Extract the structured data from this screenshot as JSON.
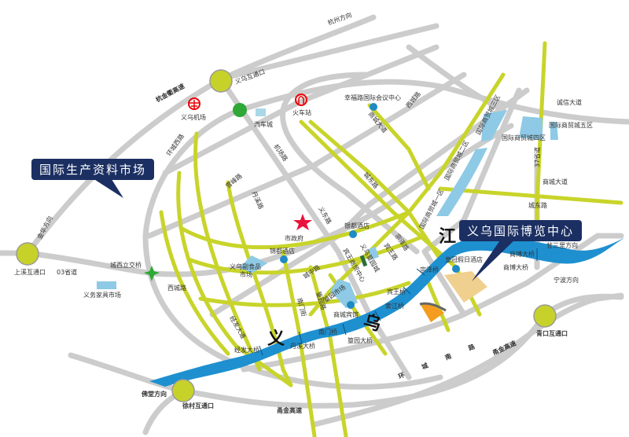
{
  "colors": {
    "road": "#cccccc",
    "main_road": "#c8d42a",
    "river": "#1e90d0",
    "district": "#8ecae6",
    "callout": "#1b2f62",
    "interchange": "#c6d22a",
    "expo_site": "#f0d08e"
  },
  "callouts": {
    "west": "国际生产资料市场",
    "expo": "义乌国际博览中心"
  },
  "river_chars": {
    "yi": "义",
    "wu": "乌",
    "jiang": "江"
  },
  "labels": {
    "hangzhou": "杭州方向",
    "hjq": "杭金衢高速",
    "yiwu_ic": "义乌互通口",
    "airport": "义乌机场",
    "bus": "汽车城",
    "train": "火车站",
    "xingfu": "幸福路国际会议中心",
    "shangcheng_n": "商城大道",
    "xicheng_ne": "西城路",
    "chengxin": "诚信大道",
    "d5": "国际商贸城五区",
    "d4": "国际商贸城四区",
    "d3": "国际商贸城三区",
    "d2": "国际商贸城二区",
    "d1": "国际商贸城一区",
    "s37": "37省道",
    "shangcheng_e": "商城大道",
    "chengdong_e": "城东路",
    "chengdong": "城东路",
    "huanchengxi": "环城西路",
    "jichang": "机场路",
    "xuefeng": "雪峰路",
    "danxi": "丹溪路",
    "yidong": "义东路",
    "gov": "市政府",
    "jindu": "锦都酒店",
    "yindu": "银都酒店",
    "fushipin1": "义乌副食品",
    "fushipin2": "市场",
    "chengzhong": "城中路",
    "binwang_center": "宾王商贸中心",
    "huangyuan_city": "义乌篁园城",
    "binwang": "宾王路",
    "zongze": "宗泽路",
    "huangyuan_mkt": "篁园市场",
    "shangcheng_hotel": "商城宾馆",
    "nanmen": "南门街",
    "huangyuan_rd": "篁园路",
    "binwang_br": "宾王桥",
    "zongze_br": "宗泽桥",
    "suojiang_br": "索江桥",
    "nanmen_br": "南门桥",
    "huangyuan_br": "篁园大桥",
    "danxi_br": "丹溪大桥",
    "jingfa_br": "经发大桥",
    "jingfa": "经发大道",
    "crowne": "皇冠假日酒店",
    "shangbo1": "商博大桥",
    "shangbo2": "商博大桥",
    "gansanli": "甘三里方向",
    "ningbo": "宁波方向",
    "qingkou": "青口互通口",
    "yongjin_e": "甬金高速",
    "yongjin_s": "甬金高速",
    "huanchengnan": "环　城　南　路",
    "shangxi": "上溪互通口",
    "s03": "03省道",
    "jinhua": "金华方向",
    "chengxi_ic": "城西立交桥",
    "furniture": "义务家具市场",
    "xicheng_w": "西城路",
    "fotang": "佛堂方向",
    "xucun": "徐村互通口"
  },
  "icons": {
    "airport": "airport-icon",
    "train": "railway-icon",
    "gov": "star-icon",
    "interchange": "circle-icon"
  }
}
